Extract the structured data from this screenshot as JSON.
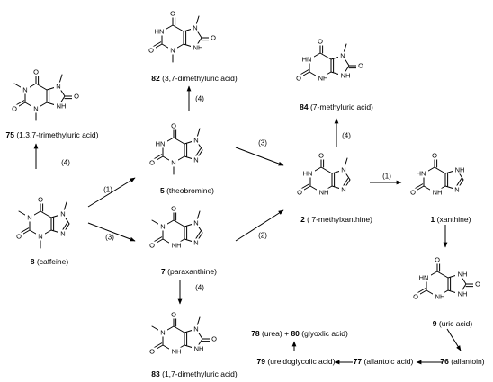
{
  "compounds": [
    {
      "id": "caffeine",
      "number": "8",
      "name": "(caffeine)"
    },
    {
      "id": "trimethyluric",
      "number": "75",
      "name": "(1,3,7-trimethyluric acid)"
    },
    {
      "id": "theobromine",
      "number": "5",
      "name": "(theobromine)"
    },
    {
      "id": "paraxanthine",
      "number": "7",
      "name": "(paraxanthine)"
    },
    {
      "id": "dimethyluric37",
      "number": "82",
      "name": "(3,7-dimethyluric acid)"
    },
    {
      "id": "dimethyluric17",
      "number": "83",
      "name": "(1,7-dimethyluric acid)"
    },
    {
      "id": "methylxanthine",
      "number": "2",
      "name": "( 7-methylxanthine)"
    },
    {
      "id": "methyluric",
      "number": "84",
      "name": "(7-methyluric acid)"
    },
    {
      "id": "xanthine",
      "number": "1",
      "name": "(xanthine)"
    },
    {
      "id": "uric",
      "number": "9",
      "name": "(uric acid)"
    },
    {
      "id": "allantoin",
      "number": "76",
      "name": "(allantoin)"
    },
    {
      "id": "allantoic",
      "number": "77",
      "name": "(allantoic acid)"
    },
    {
      "id": "ureidoglycolic",
      "number": "79",
      "name": "(ureidoglycolic acid)"
    }
  ],
  "products": {
    "n1": "78",
    "name1": "(urea)",
    "plus": "+",
    "n2": "80",
    "name2": "(glyoxlic acid)"
  },
  "steps": {
    "caffeine_to_trimethyluric": "(4)",
    "caffeine_to_theobromine": "(1)",
    "caffeine_to_paraxanthine": "(3)",
    "theobromine_to_dimethyluric": "(4)",
    "paraxanthine_to_dimethyluric": "(4)",
    "theobromine_to_methylxanthine": "(3)",
    "paraxanthine_to_methylxanthine": "(2)",
    "methylxanthine_to_methyluric": "(4)",
    "methylxanthine_to_xanthine": "(1)"
  },
  "atoms": {
    "N": "N",
    "NH": "NH",
    "HN": "HN",
    "O": "O",
    "H": "H"
  }
}
